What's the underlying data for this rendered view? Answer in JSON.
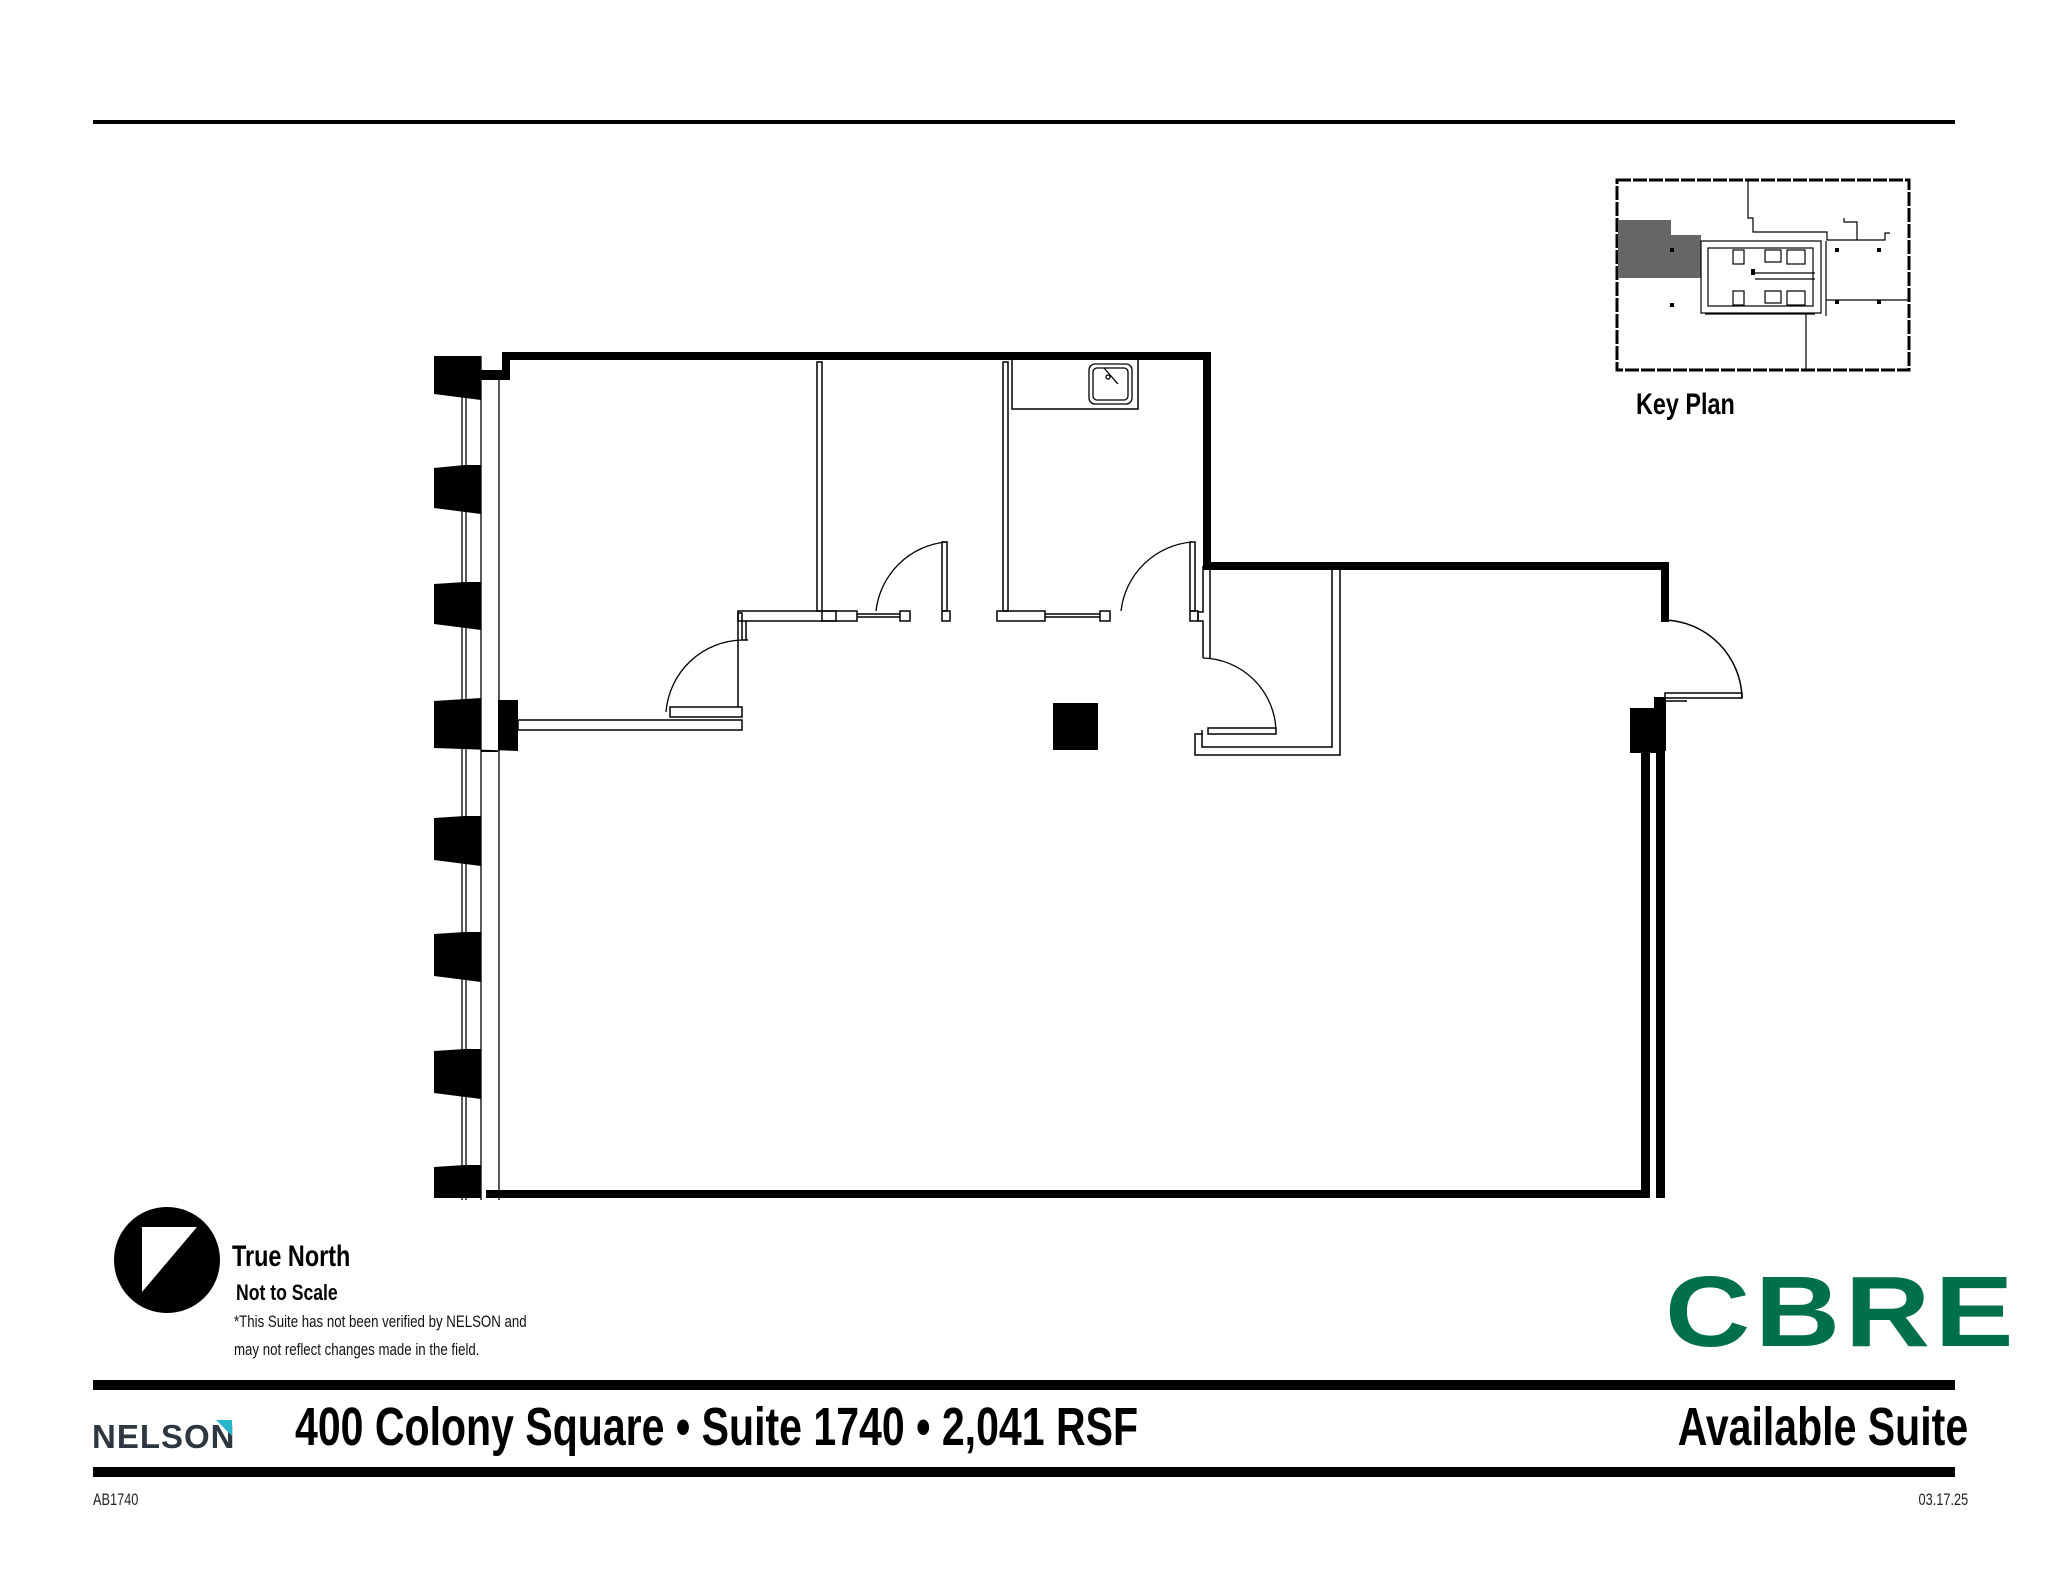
{
  "document": {
    "type": "floor plan sheet",
    "property": "400 Colony Square",
    "suite": "Suite 1740",
    "area": "2,041 RSF",
    "title_line": "400 Colony Square • Suite 1740 • 2,041 RSF",
    "status_label": "Available Suite",
    "drawing_code": "AB1740",
    "date": "03.17.25"
  },
  "key_plan": {
    "label": "Key Plan",
    "highlight_color": "#666666"
  },
  "north_legend": {
    "title": "True North",
    "scale_note": "Not to Scale",
    "disclaimer_line1": "*This Suite has not been verified by NELSON and",
    "disclaimer_line2": "may not reflect changes made in the field."
  },
  "logos": {
    "broker": "CBRE",
    "broker_color": "#00704a",
    "architect": "NELSON",
    "architect_color": "#2e3640",
    "architect_accent": "#27b5c9"
  },
  "icons": {
    "north_arrow": "north-arrow-icon",
    "sink": "sink-icon",
    "column": "structural-column-icon"
  }
}
